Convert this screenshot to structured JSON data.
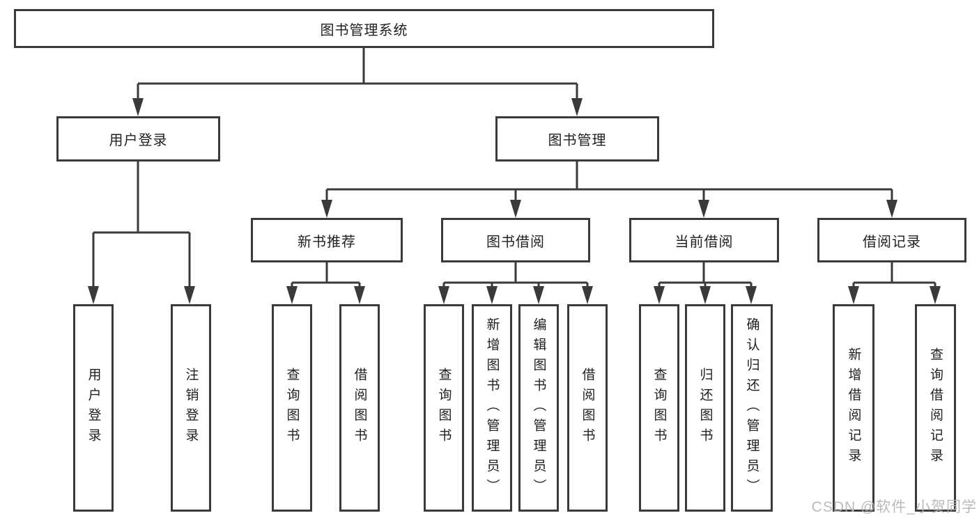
{
  "diagram": {
    "type": "tree",
    "tree": {
      "label": "图书管理系统",
      "children": [
        {
          "label": "用户登录",
          "children": [
            {
              "label": "用户登录"
            },
            {
              "label": "注销登录"
            }
          ]
        },
        {
          "label": "图书管理",
          "children": [
            {
              "label": "新书推荐",
              "children": [
                {
                  "label": "查询图书"
                },
                {
                  "label": "借阅图书"
                }
              ]
            },
            {
              "label": "图书借阅",
              "children": [
                {
                  "label": "查询图书"
                },
                {
                  "label": "新增图书（管理员）"
                },
                {
                  "label": "编辑图书（管理员）"
                },
                {
                  "label": "借阅图书"
                }
              ]
            },
            {
              "label": "当前借阅",
              "children": [
                {
                  "label": "查询图书"
                },
                {
                  "label": "归还图书"
                },
                {
                  "label": "确认归还（管理员）"
                }
              ]
            },
            {
              "label": "借阅记录",
              "children": [
                {
                  "label": "新增借阅记录"
                },
                {
                  "label": "查询借阅记录"
                }
              ]
            }
          ]
        }
      ]
    }
  },
  "watermark": "CSDN @软件_小贺同学",
  "colors": {
    "line": "#3a3a3a",
    "text": "#1f1f1f",
    "watermark": "#b2b2b2",
    "background": "#ffffff"
  }
}
